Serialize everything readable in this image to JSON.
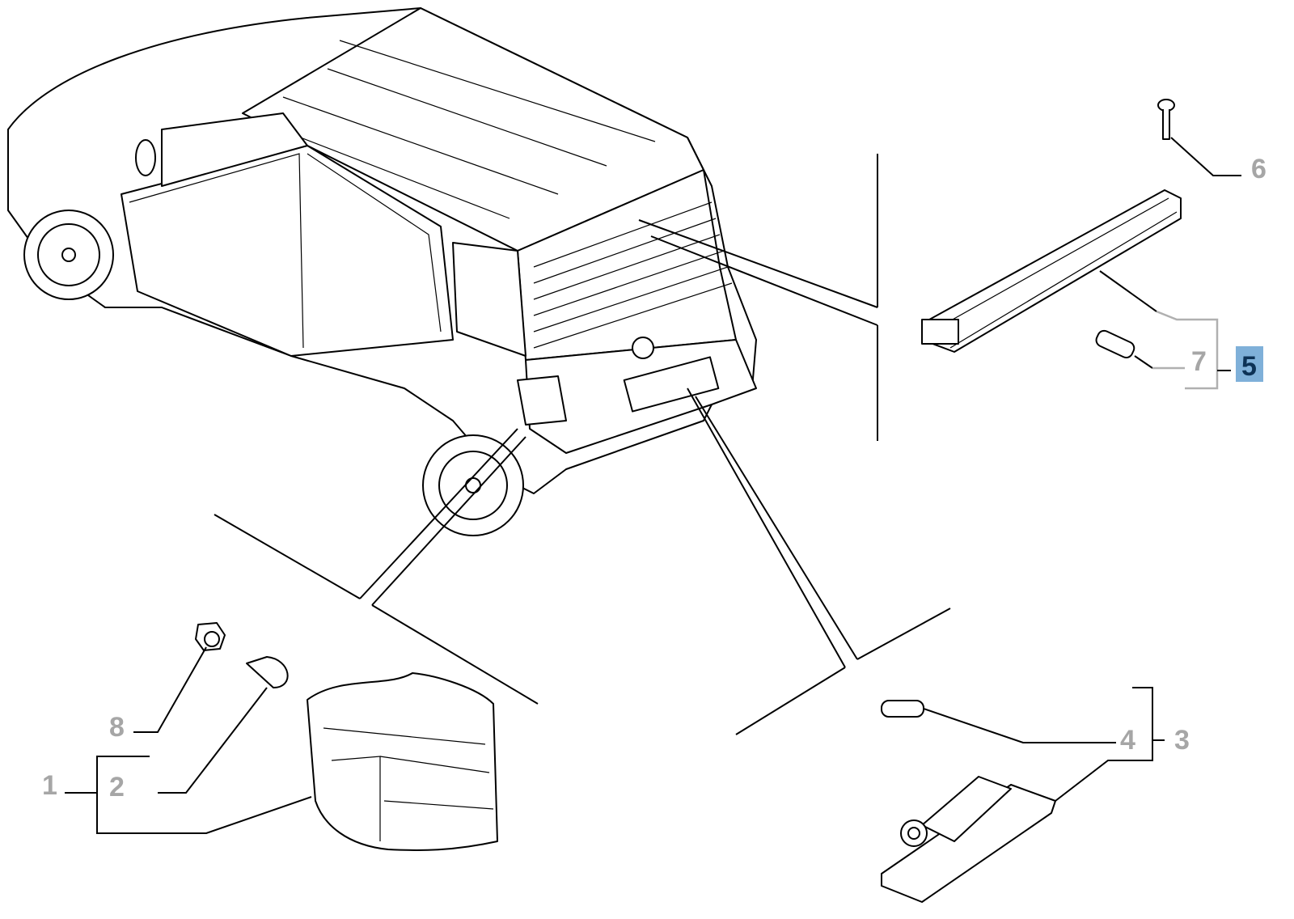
{
  "diagram": {
    "highlight_color": "#7fb0d9",
    "callouts": [
      {
        "id": "1",
        "label": "1"
      },
      {
        "id": "2",
        "label": "2"
      },
      {
        "id": "3",
        "label": "3"
      },
      {
        "id": "4",
        "label": "4"
      },
      {
        "id": "5",
        "label": "5",
        "highlighted": true
      },
      {
        "id": "6",
        "label": "6"
      },
      {
        "id": "7",
        "label": "7"
      },
      {
        "id": "8",
        "label": "8"
      }
    ]
  }
}
